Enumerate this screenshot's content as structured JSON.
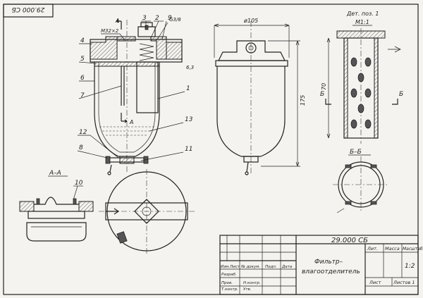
{
  "stamp_top": "29.000 СБ",
  "section_label_a": "А",
  "thread_m": "М32×2",
  "thread_g": "G3/8",
  "part_nums": [
    "1",
    "2",
    "3",
    "4",
    "5",
    "6",
    "7",
    "8",
    "9",
    "10",
    "11",
    "12",
    "13"
  ],
  "roughness": "6,3",
  "dim_diameter": "ø105",
  "dim_height": "175",
  "dim_70": "70",
  "detail_title_1": "Дет. поз. 1",
  "detail_title_2": "М1:1",
  "section_b": "Б",
  "section_aa": "А–А",
  "section_bb": "Б–Б",
  "title_block": {
    "code": "29.000 СБ",
    "name_line1": "Фильтр–",
    "name_line2": "влагоотделитель",
    "col_lit": "Лит.",
    "col_mass": "Масса",
    "col_scale": "Масштаб",
    "scale": "1:2",
    "sheet": "Лист",
    "sheets": "Листов 1",
    "hdr_izm": "Изм.",
    "hdr_list": "Лист",
    "hdr_doc": "№ докум.",
    "hdr_sign": "Подп.",
    "hdr_date": "Дата",
    "role_razrab": "Разраб.",
    "role_prov": "Пров.",
    "role_tkontr": "Т.контр.",
    "role_nkontr": "Н.контр.",
    "role_utv": "Утв."
  }
}
